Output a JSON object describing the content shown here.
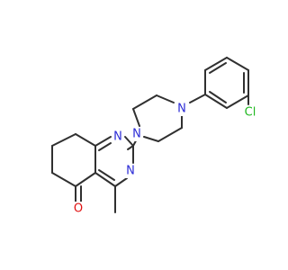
{
  "molecule": {
    "atoms": [
      {
        "id": "N1",
        "label": "N"
      },
      {
        "id": "N3",
        "label": "N"
      },
      {
        "id": "N_pip_a",
        "label": "N"
      },
      {
        "id": "N_pip_b",
        "label": "N"
      },
      {
        "id": "O",
        "label": "O"
      },
      {
        "id": "Cl",
        "label": "Cl"
      }
    ],
    "colors": {
      "carbon_bond": "#303030",
      "nitrogen": "#2b2bd6",
      "oxygen": "#e01010",
      "chlorine": "#1fb81f"
    }
  }
}
